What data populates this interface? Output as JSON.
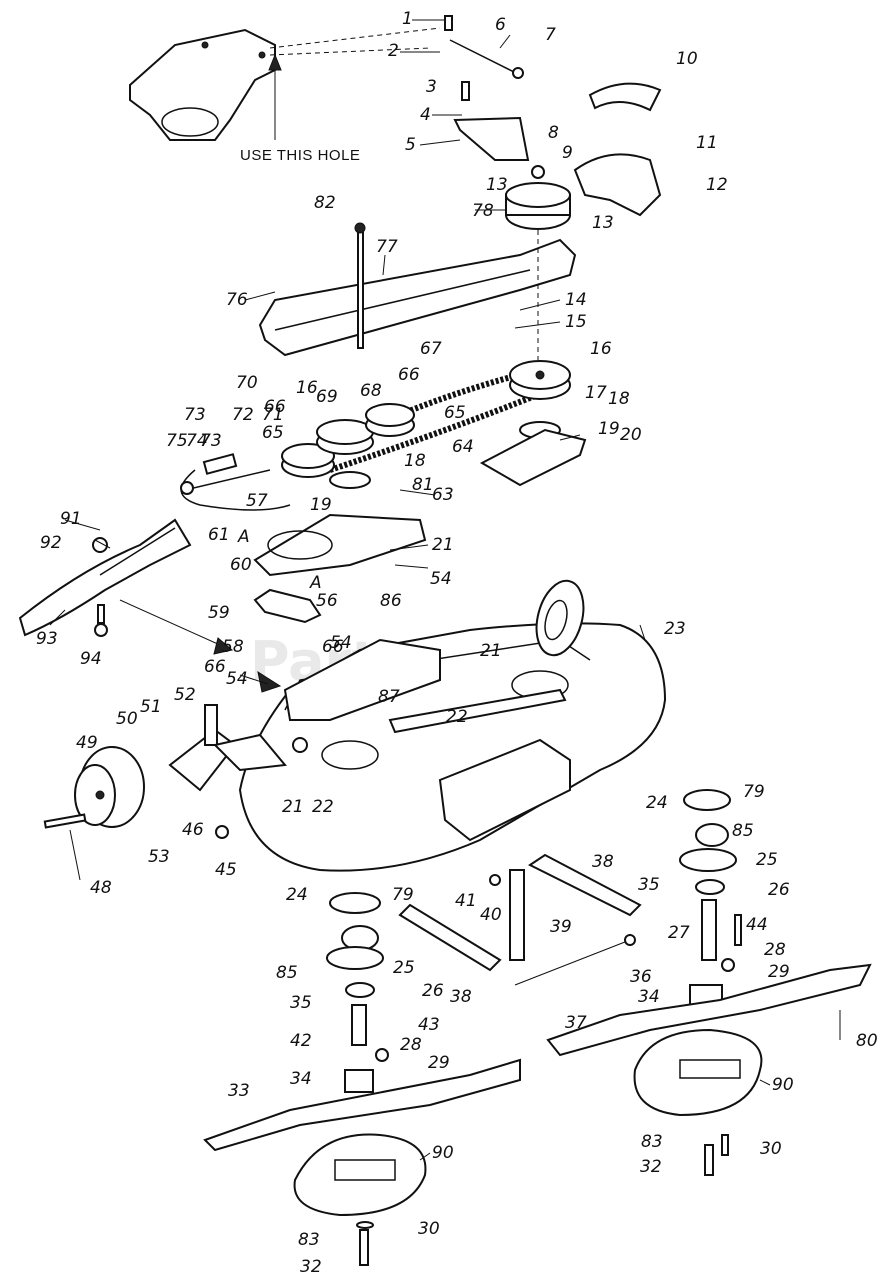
{
  "note": "USE THIS HOLE",
  "watermark": "PartsTree",
  "callouts": [
    "1",
    "2",
    "3",
    "4",
    "5",
    "6",
    "7",
    "8",
    "9",
    "10",
    "11",
    "12",
    "13",
    "14",
    "15",
    "16",
    "17",
    "18",
    "19",
    "20",
    "21",
    "22",
    "23",
    "24",
    "25",
    "26",
    "27",
    "28",
    "29",
    "30",
    "32",
    "33",
    "34",
    "35",
    "36",
    "37",
    "38",
    "39",
    "40",
    "41",
    "42",
    "43",
    "44",
    "45",
    "46",
    "48",
    "49",
    "50",
    "51",
    "52",
    "53",
    "54",
    "56",
    "57",
    "58",
    "59",
    "60",
    "61",
    "63",
    "64",
    "65",
    "66",
    "67",
    "68",
    "69",
    "70",
    "71",
    "72",
    "73",
    "74",
    "75",
    "76",
    "77",
    "78",
    "79",
    "80",
    "81",
    "82",
    "83",
    "85",
    "86",
    "87",
    "90",
    "91",
    "92",
    "93",
    "94",
    "A"
  ]
}
